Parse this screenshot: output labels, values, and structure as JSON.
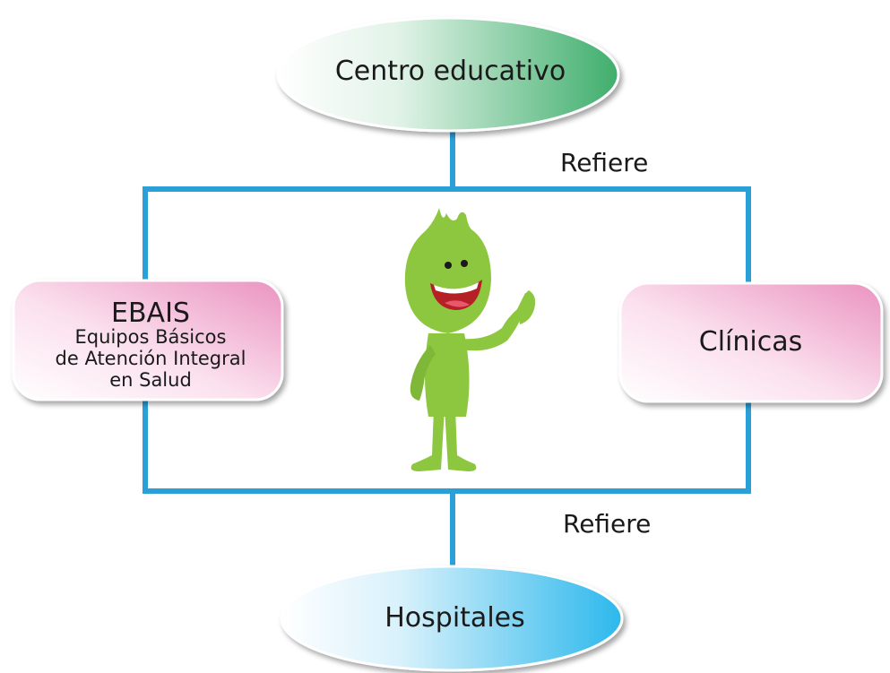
{
  "nodes": {
    "centro": "Centro educativo",
    "hospitales": "Hospitales",
    "clinicas": "Clínicas",
    "ebais": {
      "title": "EBAIS",
      "line1": "Equipos Básicos",
      "line2": "de Atención Integral",
      "line3": "en Salud"
    }
  },
  "edges": {
    "top": "Refiere",
    "bottom": "Refiere"
  },
  "colors": {
    "connector": "#2a9fd8",
    "centro_gradient": [
      "#ffffff",
      "#4fb77a"
    ],
    "hospitales_gradient": [
      "#ffffff",
      "#39c1ef"
    ],
    "box_gradient": [
      "#ffffff",
      "#ee9fc6"
    ],
    "mascot": "#8dc63f",
    "mascot_dark": "#6ea832"
  },
  "icons": {
    "mascot": "green-mascot-waving-icon"
  }
}
